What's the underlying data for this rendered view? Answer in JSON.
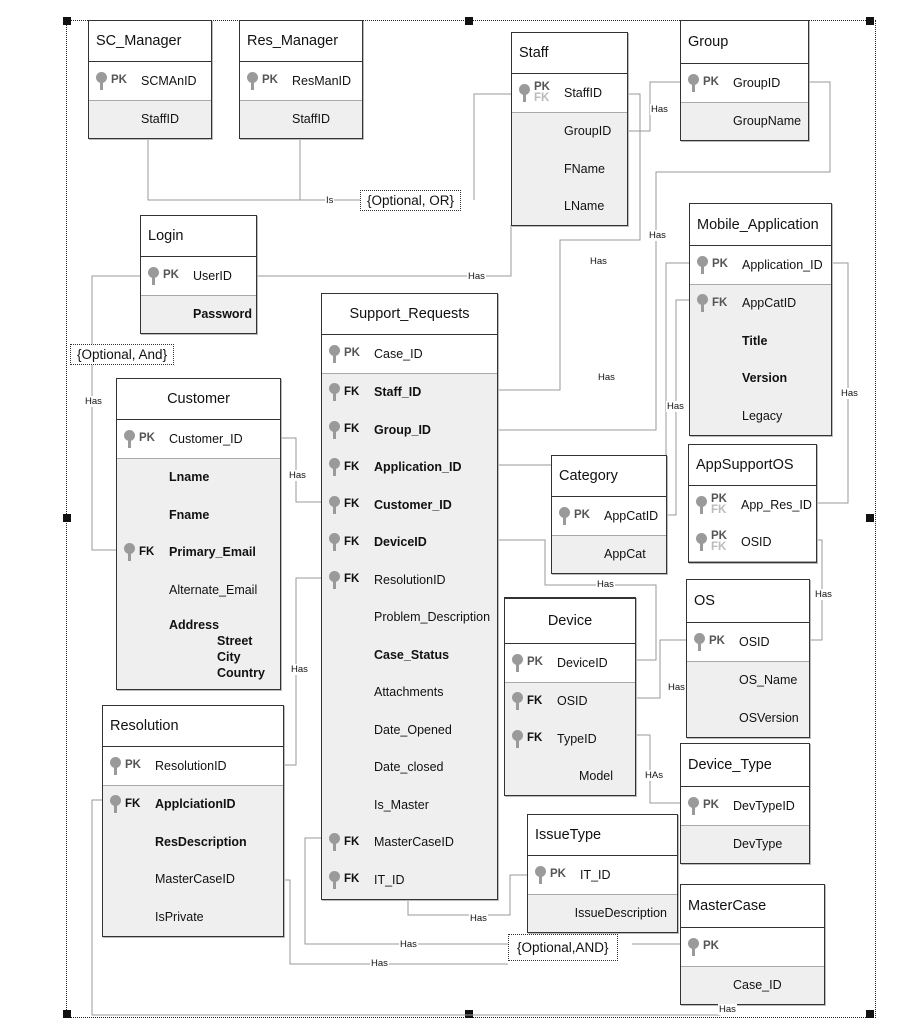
{
  "tables": {
    "sc_manager": {
      "title": "SC_Manager",
      "rows": [
        {
          "key": "PK",
          "name": "SCMAnID",
          "bold": false
        },
        {
          "key": "",
          "name": "StaffID",
          "bold": false
        }
      ]
    },
    "res_manager": {
      "title": "Res_Manager",
      "rows": [
        {
          "key": "PK",
          "name": "ResManID"
        },
        {
          "key": "",
          "name": "StaffID"
        }
      ]
    },
    "staff": {
      "title": "Staff",
      "rows": [
        {
          "key": "PK FK",
          "name": "StaffID"
        },
        {
          "key": "",
          "name": "GroupID"
        },
        {
          "key": "",
          "name": "FName"
        },
        {
          "key": "",
          "name": "LName"
        }
      ]
    },
    "group": {
      "title": "Group",
      "rows": [
        {
          "key": "PK",
          "name": "GroupID"
        },
        {
          "key": "",
          "name": "GroupName"
        }
      ]
    },
    "login": {
      "title": "Login",
      "rows": [
        {
          "key": "PK",
          "name": "UserID"
        },
        {
          "key": "",
          "name": "Password"
        }
      ]
    },
    "mobile_application": {
      "title": "Mobile_Application",
      "rows": [
        {
          "key": "PK",
          "name": "Application_ID"
        },
        {
          "key": "FK",
          "name": "AppCatID"
        },
        {
          "key": "",
          "name": "Title"
        },
        {
          "key": "",
          "name": "Version"
        },
        {
          "key": "",
          "name": "Legacy"
        }
      ]
    },
    "support_requests": {
      "title": "Support_Requests",
      "rows": [
        {
          "key": "PK",
          "name": "Case_ID"
        },
        {
          "key": "FK",
          "name": "Staff_ID"
        },
        {
          "key": "FK",
          "name": "Group_ID"
        },
        {
          "key": "FK",
          "name": "Application_ID"
        },
        {
          "key": "FK",
          "name": "Customer_ID"
        },
        {
          "key": "FK",
          "name": "DeviceID"
        },
        {
          "key": "FK",
          "name": "ResolutionID"
        },
        {
          "key": "",
          "name": "Problem_Description"
        },
        {
          "key": "",
          "name": "Case_Status"
        },
        {
          "key": "",
          "name": "Attachments"
        },
        {
          "key": "",
          "name": "Date_Opened"
        },
        {
          "key": "",
          "name": "Date_closed"
        },
        {
          "key": "",
          "name": "Is_Master"
        },
        {
          "key": "FK",
          "name": "MasterCaseID"
        },
        {
          "key": "FK",
          "name": "IT_ID"
        }
      ]
    },
    "customer": {
      "title": "Customer",
      "rows": [
        {
          "key": "PK",
          "name": "Customer_ID"
        },
        {
          "key": "",
          "name": "Lname"
        },
        {
          "key": "",
          "name": "Fname"
        },
        {
          "key": "FK",
          "name": "Primary_Email"
        },
        {
          "key": "",
          "name": "Alternate_Email"
        },
        {
          "key": "",
          "name": "Address"
        }
      ],
      "address_parts": [
        "Street",
        "City",
        "Country"
      ]
    },
    "category": {
      "title": "Category",
      "rows": [
        {
          "key": "PK",
          "name": "AppCatID"
        },
        {
          "key": "",
          "name": "AppCat"
        }
      ]
    },
    "appsupportos": {
      "title": "AppSupportOS",
      "rows": [
        {
          "key": "PK FK",
          "name": "App_Res_ID"
        },
        {
          "key": "PK FK",
          "name": "OSID"
        }
      ]
    },
    "device": {
      "title": "Device",
      "rows": [
        {
          "key": "PK",
          "name": "DeviceID"
        },
        {
          "key": "FK",
          "name": "OSID"
        },
        {
          "key": "FK",
          "name": "TypeID"
        },
        {
          "key": "",
          "name": "Model"
        }
      ]
    },
    "os": {
      "title": "OS",
      "rows": [
        {
          "key": "PK",
          "name": "OSID"
        },
        {
          "key": "",
          "name": "OS_Name"
        },
        {
          "key": "",
          "name": "OSVersion"
        }
      ]
    },
    "resolution": {
      "title": "Resolution",
      "rows": [
        {
          "key": "PK",
          "name": "ResolutionID"
        },
        {
          "key": "FK",
          "name": "ApplciationID"
        },
        {
          "key": "",
          "name": "ResDescription"
        },
        {
          "key": "",
          "name": "MasterCaseID"
        },
        {
          "key": "",
          "name": "IsPrivate"
        }
      ]
    },
    "device_type": {
      "title": "Device_Type",
      "rows": [
        {
          "key": "PK",
          "name": "DevTypeID"
        },
        {
          "key": "",
          "name": "DevType"
        }
      ]
    },
    "issuetype": {
      "title": "IssueType",
      "rows": [
        {
          "key": "PK",
          "name": "IT_ID"
        },
        {
          "key": "",
          "name": "IssueDescription"
        }
      ]
    },
    "mastercase": {
      "title": "MasterCase",
      "rows": [
        {
          "key": "PK",
          "name": ""
        },
        {
          "key": "",
          "name": "Case_ID"
        }
      ]
    }
  },
  "notes": {
    "optional_or": "{Optional, OR}",
    "optional_and_1": "{Optional, And}",
    "optional_and_2": "{Optional,AND}"
  },
  "labels": {
    "is": "Is",
    "has": "Has",
    "has_caps": "HAs"
  }
}
